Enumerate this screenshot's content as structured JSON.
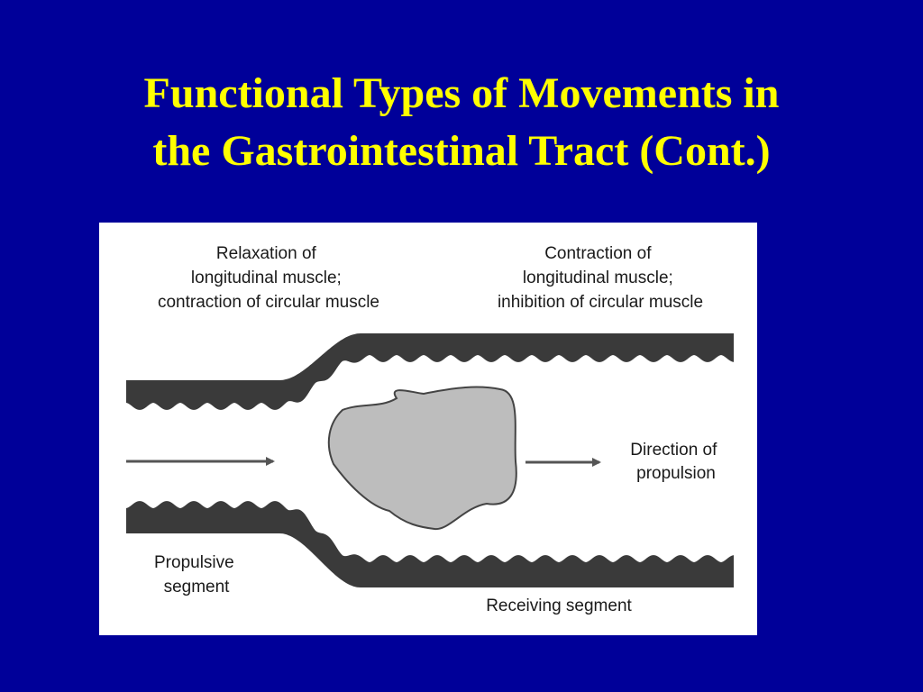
{
  "slide": {
    "title_line1": "Functional Types of Movements in",
    "title_line2": "the Gastrointestinal Tract (Cont.)",
    "background_color": "#000099",
    "title_color": "#FFFF00"
  },
  "figure": {
    "relaxation_label": [
      "Relaxation of",
      "longitudinal muscle;",
      "contraction of circular muscle"
    ],
    "contraction_label": [
      "Contraction of",
      "longitudinal muscle;",
      "inhibition of circular muscle"
    ],
    "direction_label": [
      "Direction of",
      "propulsion"
    ],
    "propulsive_label": [
      "Propulsive",
      "segment"
    ],
    "receiving_label": "Receiving segment",
    "wall_color": "#3a3a3a",
    "bolus_color": "#bdbdbd"
  }
}
